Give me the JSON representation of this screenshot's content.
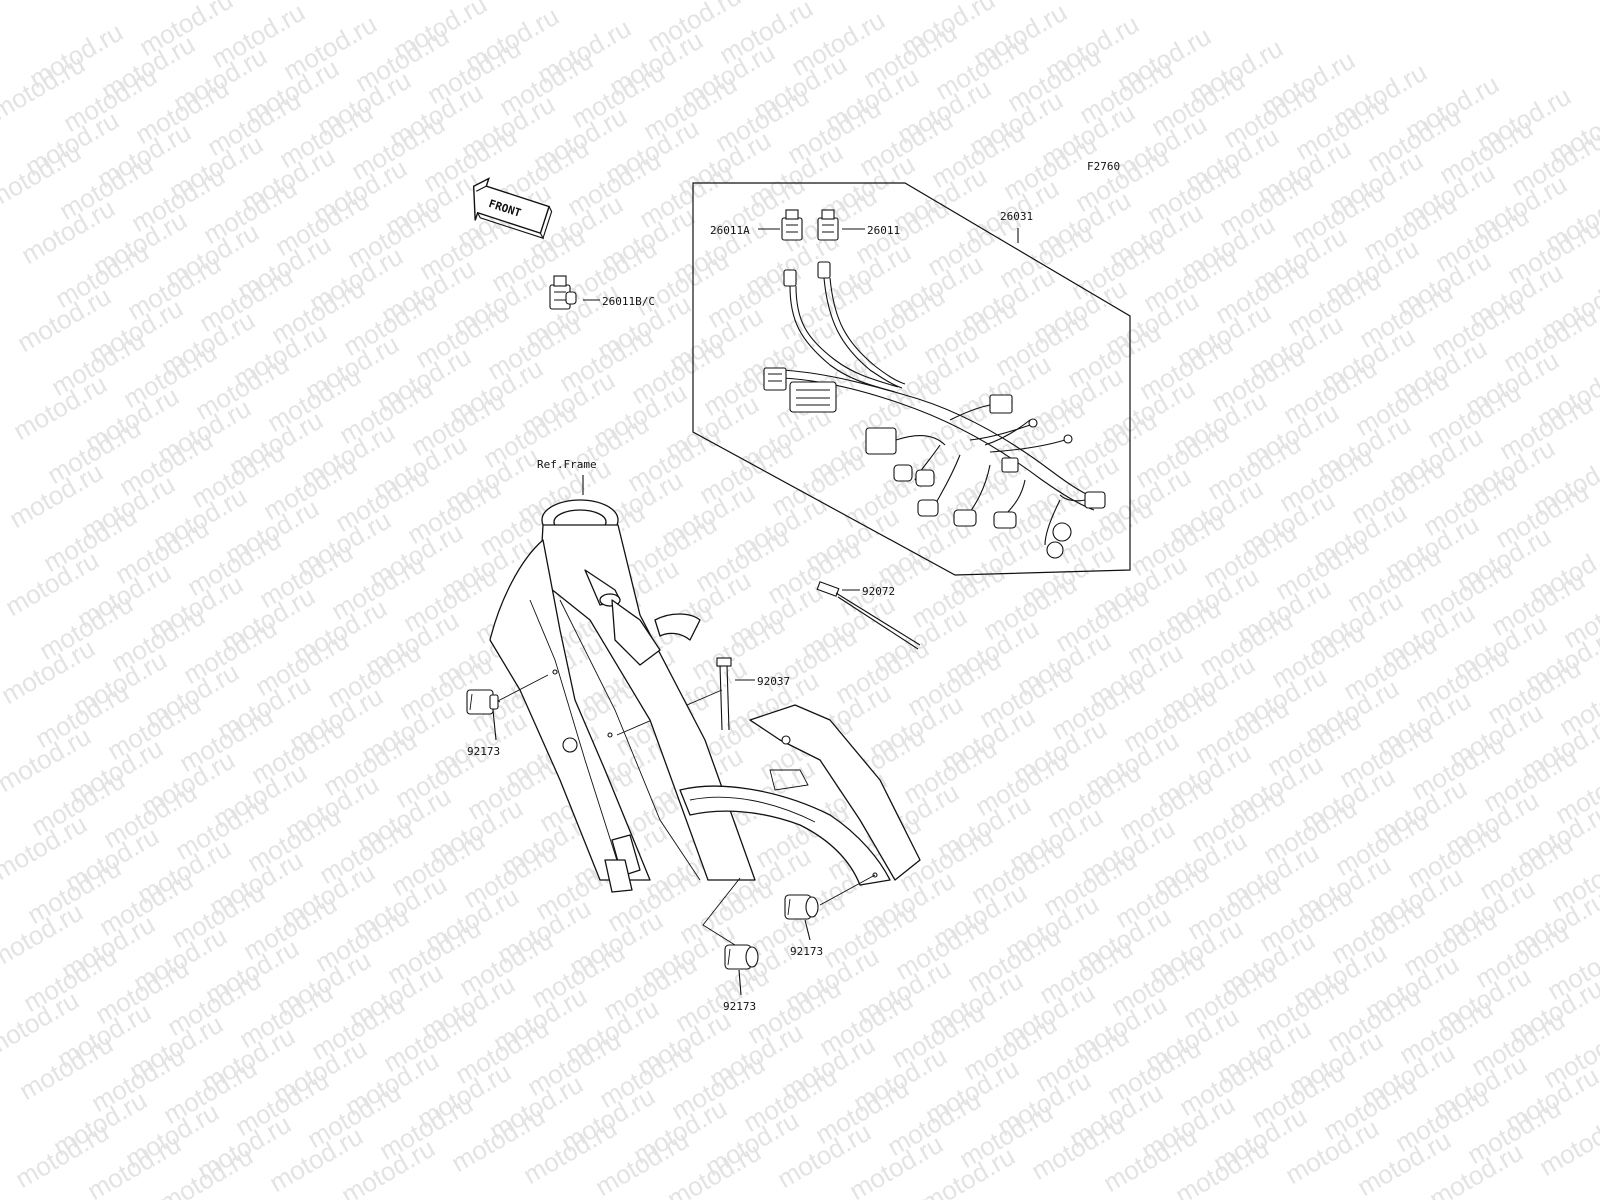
{
  "watermark": {
    "text": "motod.ru"
  },
  "figure_code": "F2760",
  "front_arrow": {
    "label": "FRONT"
  },
  "labels": {
    "p26031": "26031",
    "p26011A": "26011A",
    "p26011": "26011",
    "p26011BC": "26011B/C",
    "p92072": "92072",
    "p92037": "92037",
    "ref_frame": "Ref.Frame",
    "p92173_left": "92173",
    "p92173_right": "92173",
    "p92173_bottom": "92173"
  }
}
